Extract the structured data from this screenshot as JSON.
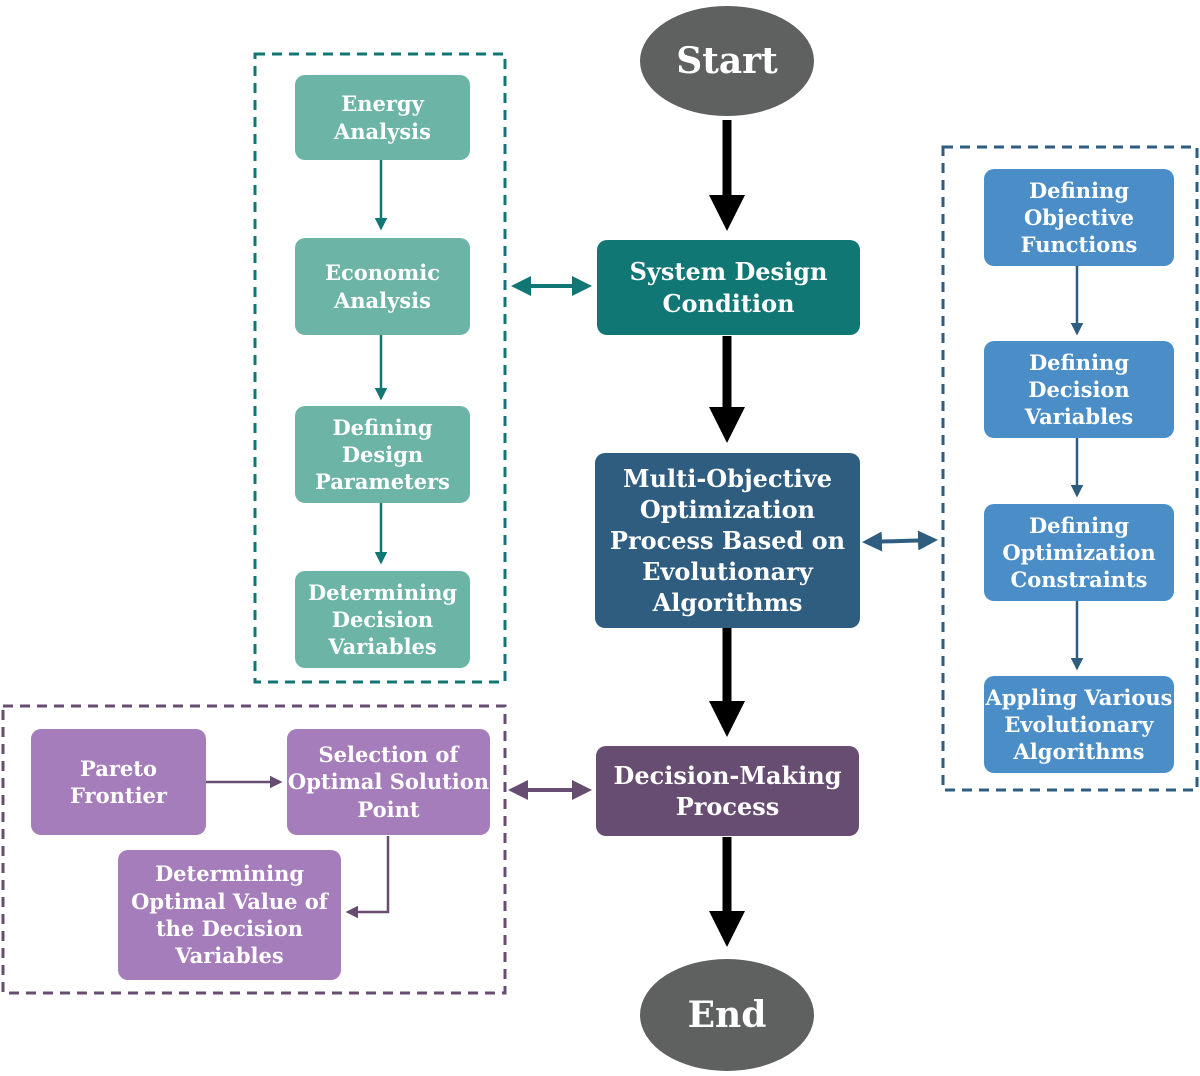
{
  "nodes": {
    "start": "Start",
    "system_design": "System Design\nCondition",
    "moo": "Multi-Objective\nOptimization\nProcess Based on\nEvolutionary\nAlgorithms",
    "decision_making": "Decision-Making\nProcess",
    "end": "End"
  },
  "design_group": {
    "energy": "Energy\nAnalysis",
    "economic": "Economic\nAnalysis",
    "design_params": "Defining\nDesign\nParameters",
    "decision_vars": "Determining\nDecision\nVariables"
  },
  "optimization_group": {
    "objective": "Defining\nObjective\nFunctions",
    "variables": "Defining\nDecision\nVariables",
    "constraints": "Defining\nOptimization\nConstraints",
    "algorithms": "Appling Various\nEvolutionary\nAlgorithms"
  },
  "decision_group": {
    "pareto": "Pareto\nFrontier",
    "selection": "Selection of\nOptimal Solution\nPoint",
    "optimal_value": "Determining\nOptimal Value of\nthe Decision\nVariables"
  },
  "colors": {
    "teal_group": "#117775",
    "navy_group": "#2f5d80",
    "purple_group": "#664d71",
    "main_arrow": "#000000"
  }
}
